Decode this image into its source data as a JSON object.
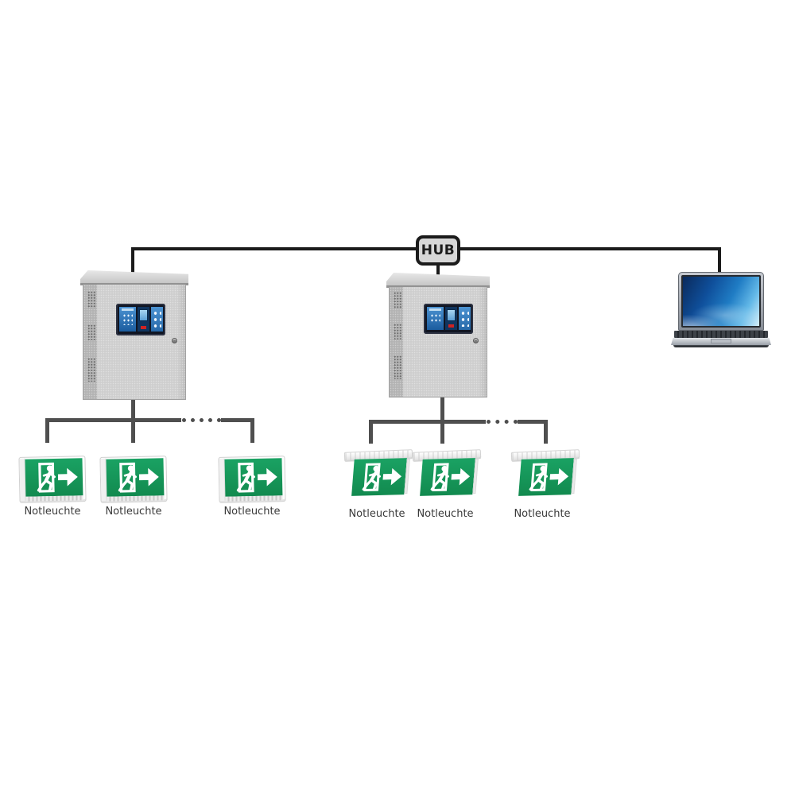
{
  "diagram": {
    "hub": {
      "label": "HUB"
    },
    "left_branch": {
      "lights": [
        {
          "label": "Notleuchte"
        },
        {
          "label": "Notleuchte"
        },
        {
          "label": "Notleuchte"
        }
      ]
    },
    "right_branch": {
      "lights": [
        {
          "label": "Notleuchte"
        },
        {
          "label": "Notleuchte"
        },
        {
          "label": "Notleuchte"
        }
      ]
    },
    "icons": {
      "hub_box": "network-hub",
      "control_cabinet": "emergency-power-control-cabinet",
      "laptop": "laptop-computer",
      "exit_pictogram": "running-man-exit-sign",
      "arrow": "right-arrow",
      "dotted_continuation": "more-devices-ellipsis"
    },
    "colors": {
      "background": "#ffffff",
      "top_bus": "#1b1b1b",
      "branch_bus": "#4f4f4f",
      "sign_green": "#17995b",
      "cabinet_body": "#cbcbcb",
      "hub_fill": "#d7d7d7",
      "screen_blue": "#1f7cc4",
      "label_text": "#3a3a3a"
    }
  }
}
